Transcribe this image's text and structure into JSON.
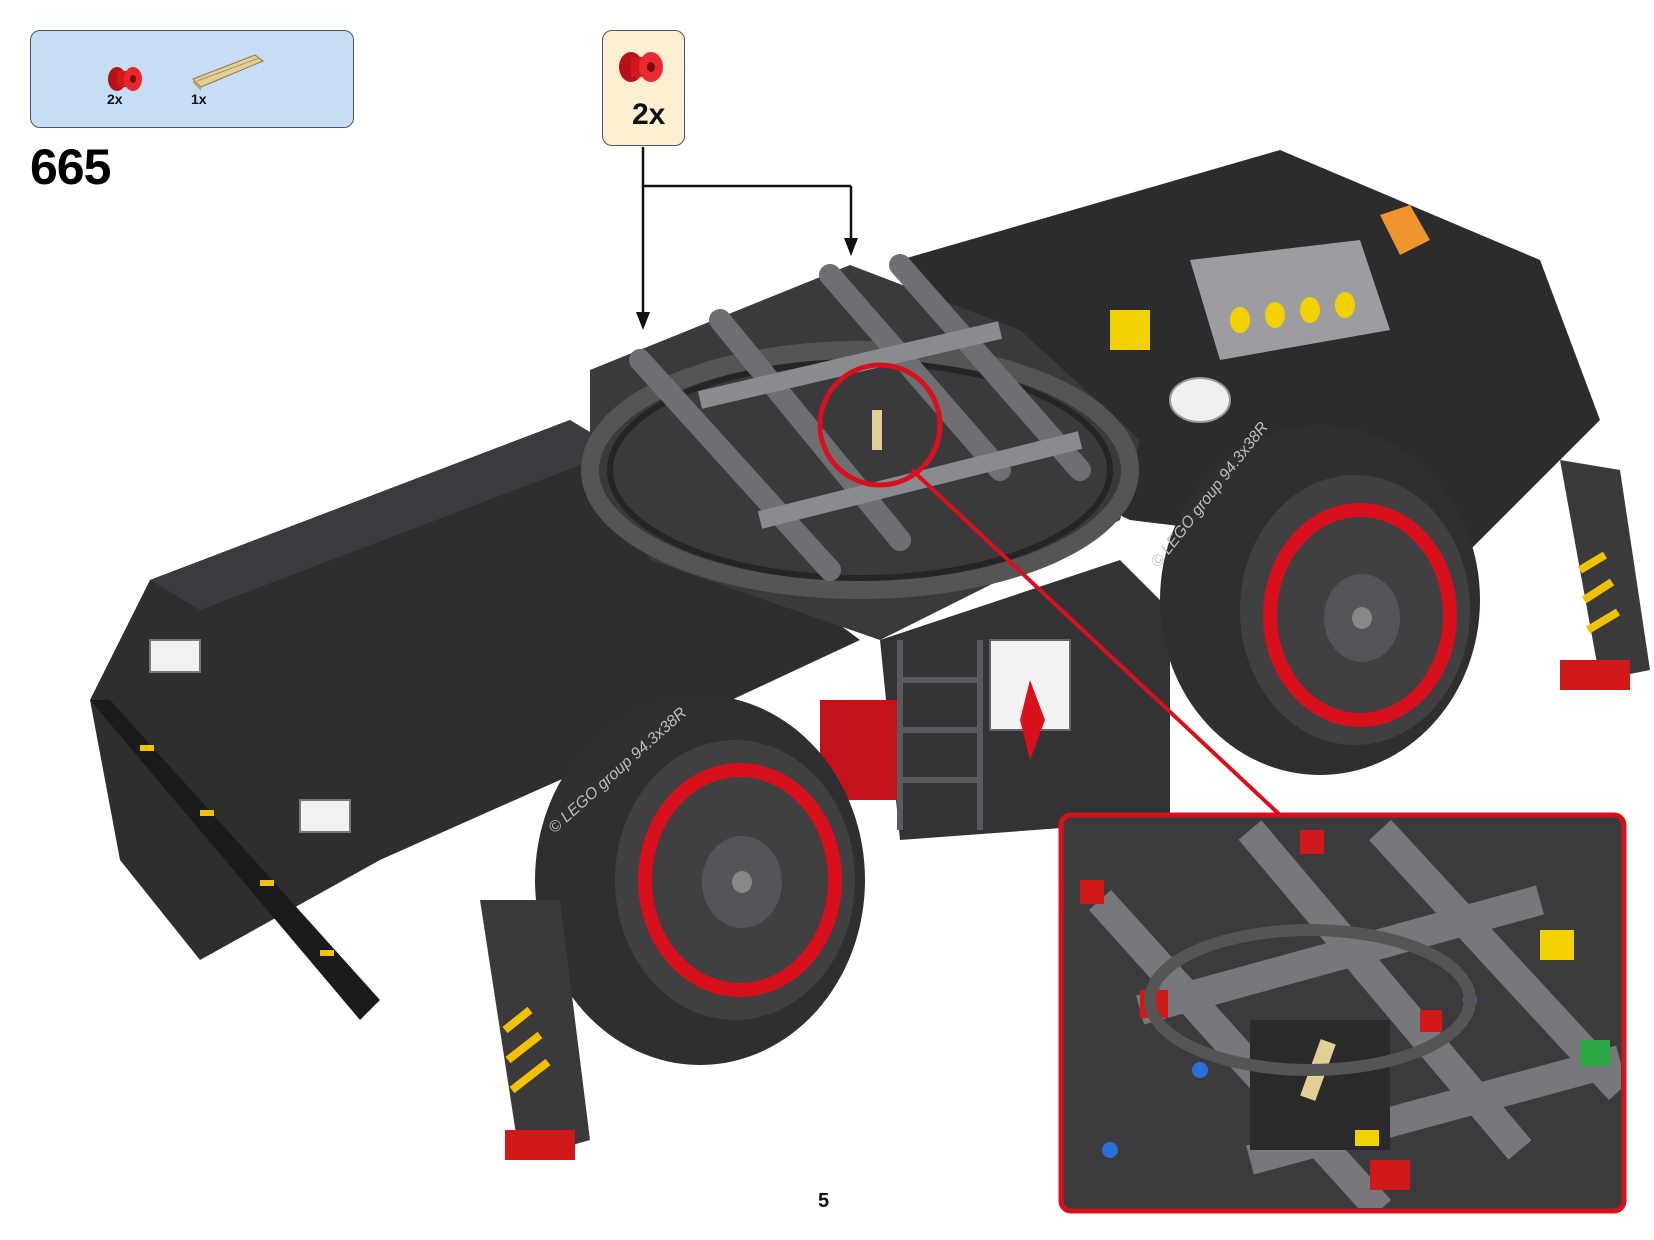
{
  "parts_list": {
    "items": [
      {
        "part": "red-bush-icon",
        "qty": "2x",
        "color": "#d21919"
      },
      {
        "part": "tan-axle-icon",
        "qty": "1x",
        "color": "#d8c48a"
      }
    ]
  },
  "step": {
    "number": "665"
  },
  "callout": {
    "part": "red-bush-icon",
    "qty": "2x"
  },
  "model_labels": {
    "tire_text": "© LEGO group 94.3x38R"
  },
  "page": {
    "number": "5"
  },
  "colors": {
    "highlight": "#d8101c",
    "chassis_dark": "#2a2a2c",
    "beam_gray": "#6e6f73",
    "parts_bg": "#c7ddf3",
    "callout_bg": "#fdf0d2",
    "hazard_yellow": "#f2c200"
  }
}
